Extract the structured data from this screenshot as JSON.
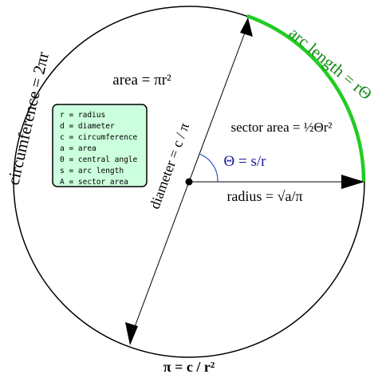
{
  "labels": {
    "circumference": "circumference = 2πr",
    "arc_length": "arc length = rΘ",
    "area": "area = πr²",
    "sector_area": "sector area = ½Θr²",
    "diameter": "diameter = c / π",
    "theta": "Θ = s/r",
    "radius": "radius = √a/π",
    "pi": "π = c / r²"
  },
  "legend": [
    "r = radius",
    "d = diameter",
    "c = circumference",
    "a = area",
    "Θ = central angle",
    "s = arc length",
    "A = sector area"
  ],
  "colors": {
    "arc": "#22cc22",
    "arc_label": "#118811",
    "angle": "#2255cc",
    "theta_label": "#1a1a99",
    "legend_fill": "#ccffdd",
    "line": "#000000"
  }
}
